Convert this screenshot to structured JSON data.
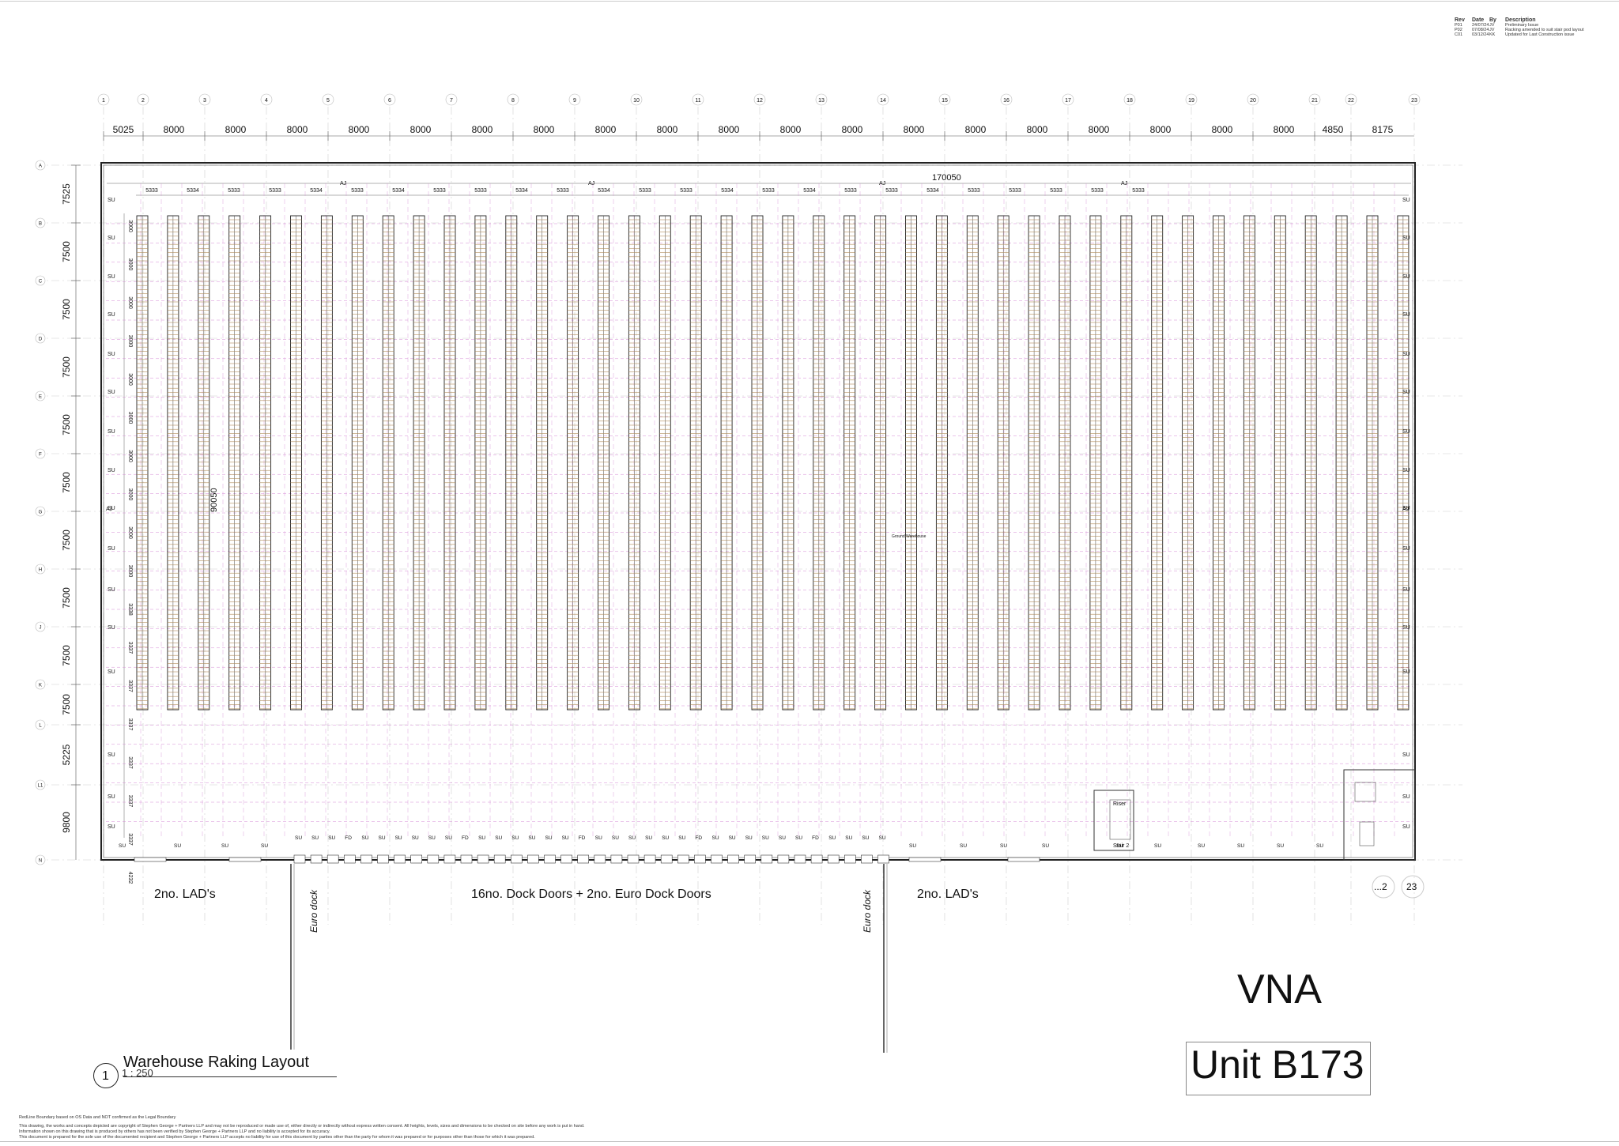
{
  "revisions": {
    "headers": [
      "Rev",
      "Date",
      "By",
      "Description"
    ],
    "rows": [
      [
        "P01",
        "24/07/24",
        "JV",
        "Preliminary Issue"
      ],
      [
        "P02",
        "07/08/24",
        "JV",
        "Racking amended to suit stair pod layout"
      ],
      [
        "C01",
        "03/12/24",
        "KK",
        "Updated for Last Construction issue"
      ]
    ]
  },
  "grid": {
    "columns": [
      "1",
      "2",
      "3",
      "4",
      "5",
      "6",
      "7",
      "8",
      "9",
      "10",
      "11",
      "12",
      "13",
      "14",
      "15",
      "16",
      "17",
      "18",
      "19",
      "20",
      "21",
      "22",
      "23"
    ],
    "rows": [
      "A",
      "B",
      "C",
      "D",
      "E",
      "F",
      "G",
      "H",
      "J",
      "K",
      "L",
      "L1",
      "N"
    ],
    "column_spacings": [
      "5025",
      "8000",
      "8000",
      "8000",
      "8000",
      "8000",
      "8000",
      "8000",
      "8000",
      "8000",
      "8000",
      "8000",
      "8000",
      "8000",
      "8000",
      "8000",
      "8000",
      "8000",
      "8000",
      "8000",
      "4850",
      "8175"
    ],
    "row_spacings": [
      "7525",
      "7500",
      "7500",
      "7500",
      "7500",
      "7500",
      "7500",
      "7500",
      "7500",
      "7500",
      "5225",
      "9800"
    ]
  },
  "overall": {
    "width": "170050",
    "depth": "90050"
  },
  "racking": {
    "aisle_widths": [
      "5333",
      "5334",
      "5333",
      "5333",
      "5334",
      "5333",
      "5334",
      "5333",
      "5333",
      "5334",
      "5333",
      "5334",
      "5333",
      "5333",
      "5334",
      "5333",
      "5334",
      "5333",
      "5333",
      "5334",
      "5333",
      "5333",
      "5333",
      "5333",
      "5333"
    ],
    "bay_dims": [
      "3000",
      "3000",
      "3000",
      "3000",
      "3000",
      "3000",
      "3000",
      "3000",
      "3000",
      "3000",
      "3338",
      "3337",
      "3337",
      "3337",
      "3337",
      "3337",
      "3337",
      "4232"
    ],
    "tags": {
      "su": "SU",
      "aj": "AJ",
      "fd": "FD"
    }
  },
  "rooms": {
    "riser": "Riser",
    "stair": "Stair 2",
    "warehouse": "Ground Warehouse"
  },
  "annotations": {
    "lads_left": "2no. LAD's",
    "dock_doors": "16no. Dock Doors + 2no. Euro Dock Doors",
    "lads_right": "2no. LAD's",
    "euro_dock_left": "Euro dock",
    "euro_dock_right": "Euro dock",
    "sheet_ref": "...2",
    "sheet_ref_2": "23"
  },
  "title_block": {
    "type": "VNA",
    "unit": "Unit B173",
    "view_number": "1",
    "view_title": "Warehouse Raking Layout",
    "scale": "1 : 250"
  },
  "notes": [
    "RedLine Boundary based on OS Data and NOT confirmed as the Legal Boundary",
    "This drawing, the works and concepts depicted are copyright of Stephen George + Partners LLP and may not be reproduced or made use of, either directly or indirectly without express written consent. All heights, levels, sizes and dimensions to be checked on site before any work is put in hand.",
    "Information shown on this drawing that is produced by others has not been verified by Stephen George + Partners LLP and no liability is accepted for its accuracy.",
    "This document is prepared for the sole use of the documented recipient and Stephen George + Partners LLP accepts no liability for use of this document by parties other than the party for whom it was prepared or for purposes other than those for which it was prepared."
  ],
  "colors": {
    "linework": "#222222",
    "gridline": "#c8c8c8",
    "racking_pink": "#cc66cc",
    "shelf_beam": "#b08c5a"
  }
}
